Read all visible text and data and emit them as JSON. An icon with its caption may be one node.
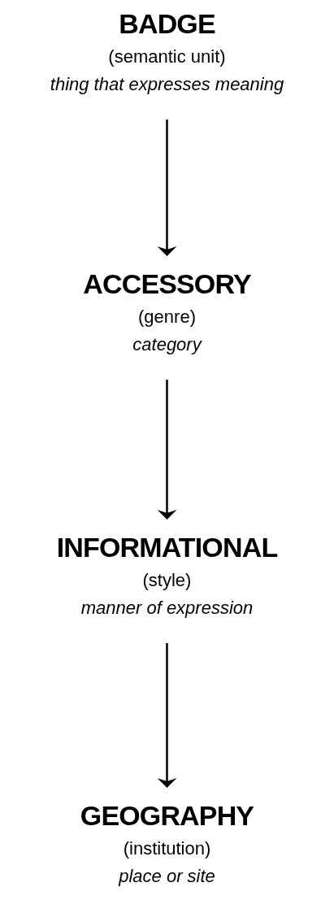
{
  "diagram": {
    "nodes": [
      {
        "text": [
          "BADGE",
          "(semantic unit)",
          "thing that expresses meaning"
        ]
      },
      {
        "text": [
          "ACCESSORY",
          "(genre)",
          "category"
        ]
      },
      {
        "text": [
          "INFORMATIONAL",
          "(style)",
          "manner of expression"
        ]
      },
      {
        "text": [
          "GEOGRAPHY",
          "(institution)",
          "place or site"
        ]
      }
    ],
    "edges": [
      {
        "from": 0,
        "to": 1,
        "arrow": "to"
      },
      {
        "from": 1,
        "to": 2,
        "arrow": "to"
      },
      {
        "from": 2,
        "to": 3,
        "arrow": "to"
      }
    ]
  }
}
